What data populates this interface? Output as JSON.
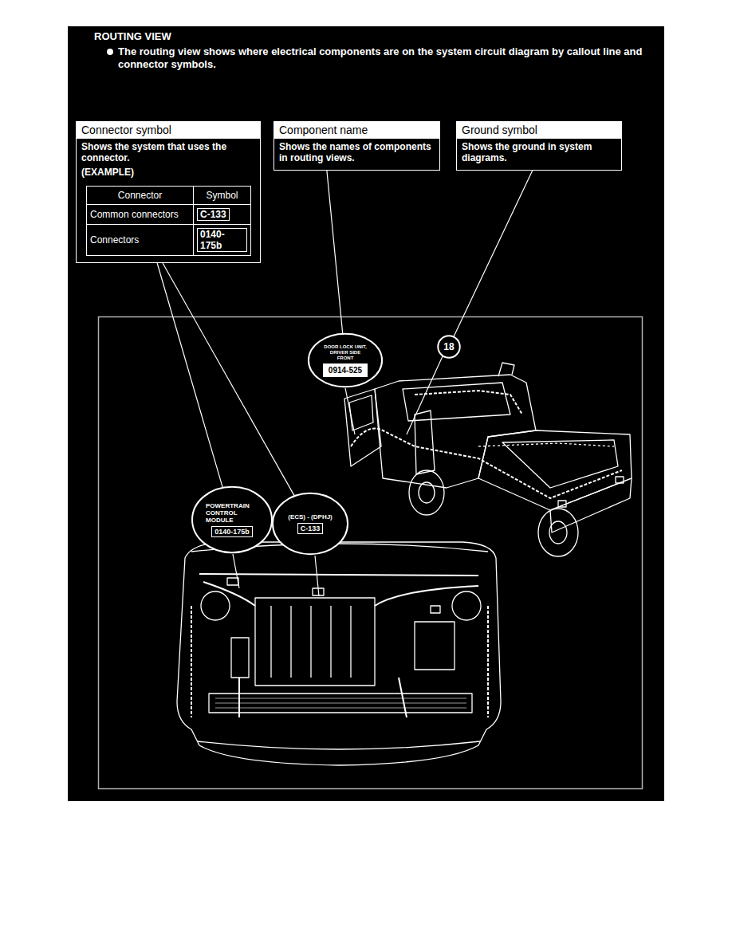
{
  "diagram": {
    "title": "ROUTING VIEW",
    "nodes": [
      {
        "text": [
          "Connector symbol",
          "Shows the system that uses the connector.",
          "(EXAMPLE)"
        ]
      },
      {
        "text": [
          "Component name",
          "Shows the names of components in routing views."
        ]
      },
      {
        "text": [
          "Ground symbol",
          "Shows the ground in system diagrams."
        ]
      },
      {
        "text": [
          "DOOR LOCK UNIT, DRIVER SIDE FRONT",
          "0914-525"
        ]
      },
      {
        "text": [
          "18"
        ]
      },
      {
        "text": [
          "POWERTRAIN CONTROL MODULE",
          "0140-175b"
        ]
      },
      {
        "text": [
          "(ECS) - (DPHJ)",
          "C-133"
        ]
      }
    ],
    "edges": [
      {
        "from": 0,
        "to": 5,
        "arrow": "none"
      },
      {
        "from": 0,
        "to": 6,
        "arrow": "none"
      },
      {
        "from": 1,
        "to": 3,
        "arrow": "none"
      },
      {
        "from": 2,
        "to": 4,
        "arrow": "none"
      }
    ],
    "labels": [
      "The routing view shows where electrical components are on the system circuit diagram by callout line and connector symbols.",
      "Connector",
      "Symbol",
      "Common connectors",
      "C-133",
      "Connectors",
      "0140-175b"
    ]
  }
}
